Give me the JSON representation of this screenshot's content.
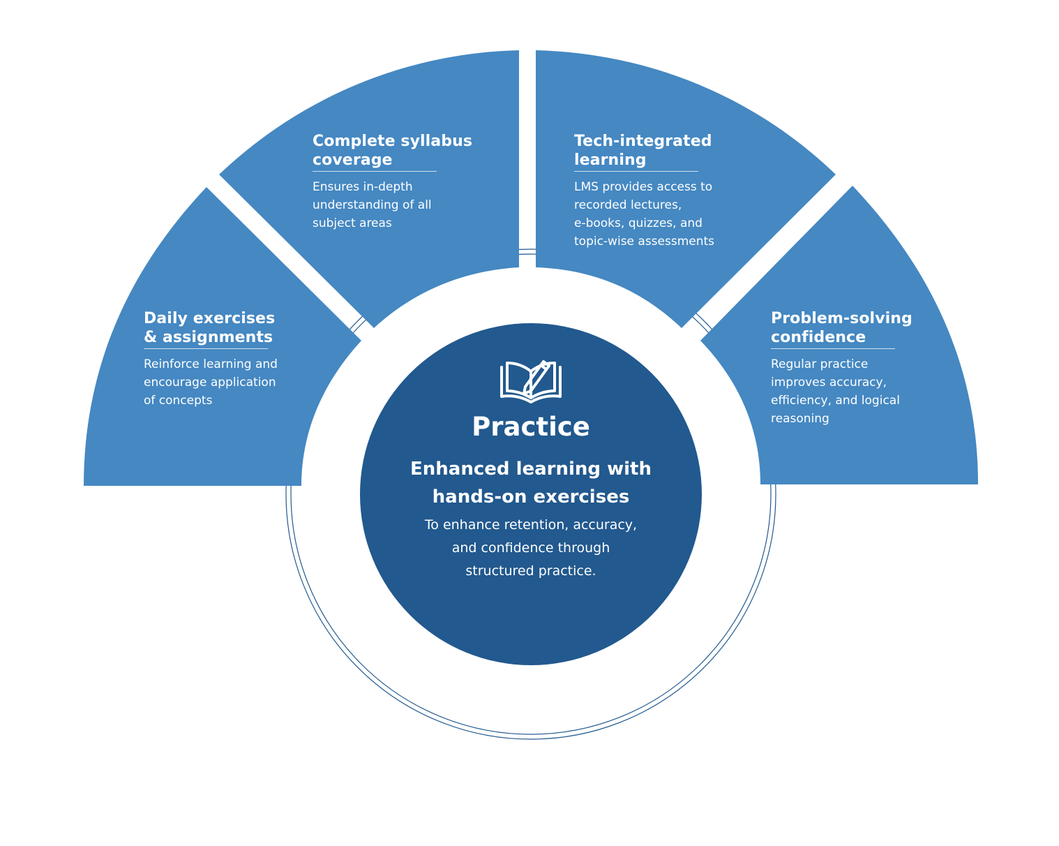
{
  "colors": {
    "segment": "#4588c2",
    "center": "#22598e",
    "ring": "#22598e",
    "text": "#ffffff",
    "background": "#ffffff"
  },
  "center": {
    "icon": "book-pencil-icon",
    "title": "Practice",
    "subtitle_line1": "Enhanced learning with",
    "subtitle_line2": "hands-on exercises",
    "desc_line1": "To enhance retention, accuracy,",
    "desc_line2": "and confidence through",
    "desc_line3": "structured practice."
  },
  "segments": [
    {
      "title_lines": [
        "Daily exercises",
        "& assignments"
      ],
      "desc_lines": [
        "Reinforce learning and",
        "encourage application",
        "of concepts"
      ]
    },
    {
      "title_lines": [
        "Complete syllabus",
        "coverage"
      ],
      "desc_lines": [
        "Ensures in-depth",
        "understanding of all",
        "subject areas"
      ]
    },
    {
      "title_lines": [
        "Tech-integrated",
        "learning"
      ],
      "desc_lines": [
        "LMS provides access to",
        "recorded lectures,",
        "e-books, quizzes, and",
        "topic-wise assessments"
      ]
    },
    {
      "title_lines": [
        "Problem-solving",
        "confidence"
      ],
      "desc_lines": [
        "Regular practice",
        "improves accuracy,",
        "efficiency, and logical",
        "reasoning"
      ]
    }
  ]
}
